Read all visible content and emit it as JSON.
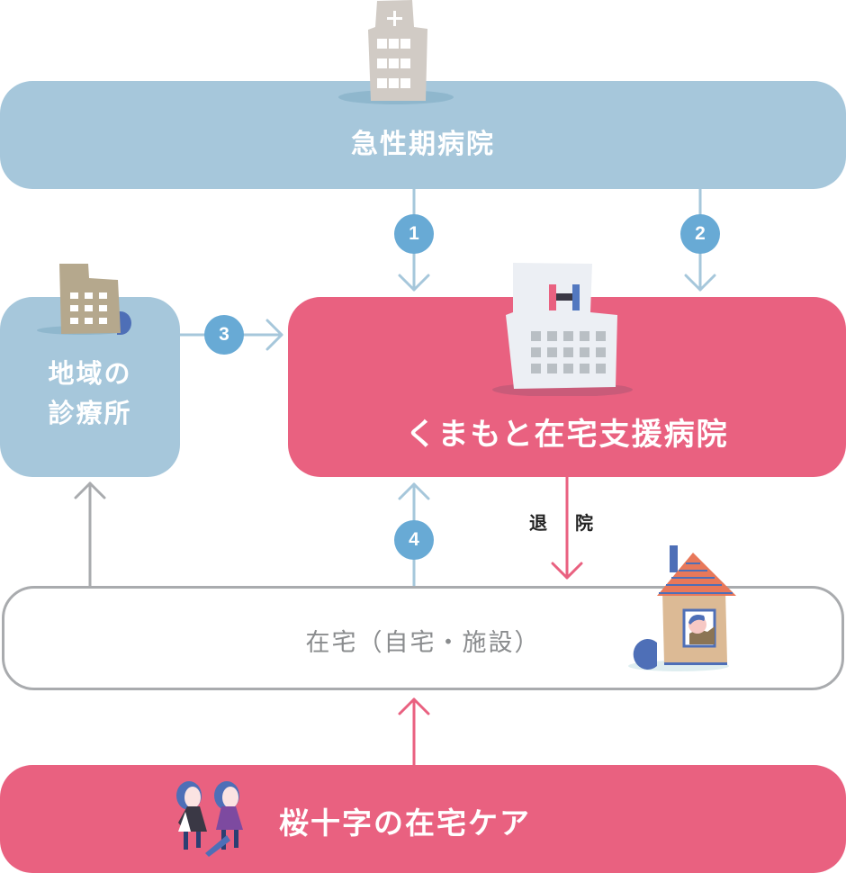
{
  "diagram": {
    "nodes": {
      "acute_hospital": {
        "label": "急性期病院",
        "icon": "hospital-building-icon"
      },
      "local_clinic": {
        "label": "地域の\n診療所",
        "line1": "地域の",
        "line2": "診療所",
        "icon": "clinic-building-icon"
      },
      "support_hospital": {
        "label": "くまもと在宅支援病院",
        "icon": "support-hospital-icon"
      },
      "home": {
        "label": "在宅（自宅・施設）",
        "icon": "house-with-person-icon"
      },
      "home_care": {
        "label": "桜十字の在宅ケア",
        "icon": "caregivers-walking-icon"
      }
    },
    "edges": [
      {
        "from": "acute_hospital",
        "to": "support_hospital",
        "badge": "1"
      },
      {
        "from": "acute_hospital",
        "to": "support_hospital",
        "badge": "2"
      },
      {
        "from": "local_clinic",
        "to": "support_hospital",
        "badge": "3"
      },
      {
        "from": "home",
        "to": "support_hospital",
        "badge": "4"
      },
      {
        "from": "support_hospital",
        "to": "home",
        "label": "退院"
      },
      {
        "from": "home",
        "to": "local_clinic"
      },
      {
        "from": "home_care",
        "to": "home"
      }
    ],
    "discharge_label": "退 院",
    "colors": {
      "blue_box": "#a6c7db",
      "pink_box": "#e96180",
      "badge_blue": "#68aad5",
      "gray_border": "#a9abae",
      "home_text": "#8a8c8e"
    }
  }
}
